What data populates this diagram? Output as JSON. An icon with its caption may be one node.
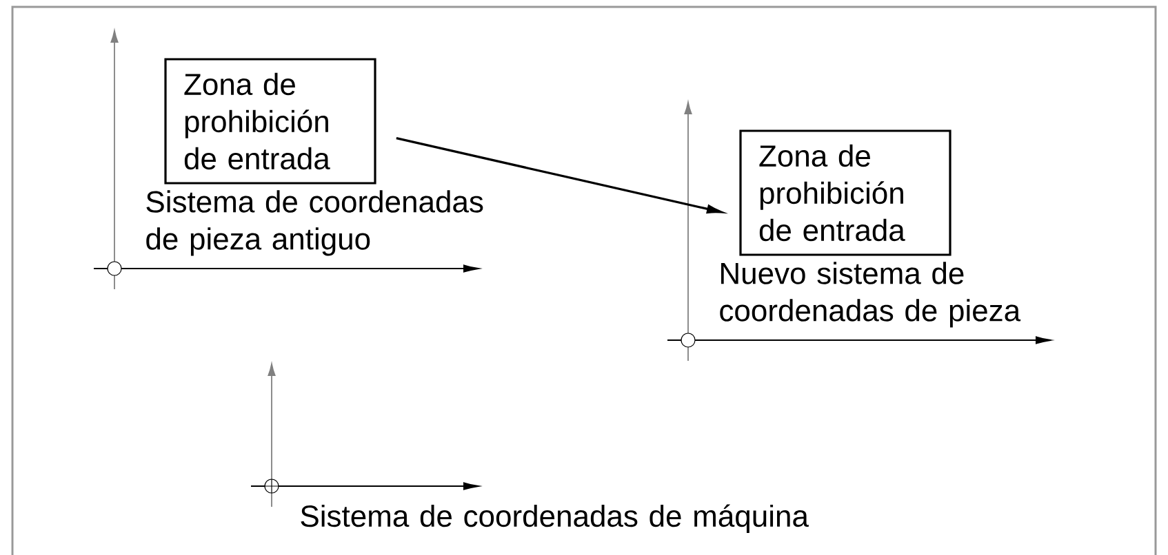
{
  "diagram": {
    "nodes": [
      {
        "text": [
          "Zona de prohibición de entrada"
        ]
      },
      {
        "text": [
          "Zona de prohibición de entrada"
        ]
      }
    ],
    "edges": [
      {
        "from": 0,
        "to": 1,
        "arrow": "to"
      }
    ],
    "labels": [
      "Sistema de coordenadas de pieza antiguo",
      "Nuevo sistema de coordenadas de pieza",
      "Sistema de coordenadas de máquina"
    ]
  }
}
